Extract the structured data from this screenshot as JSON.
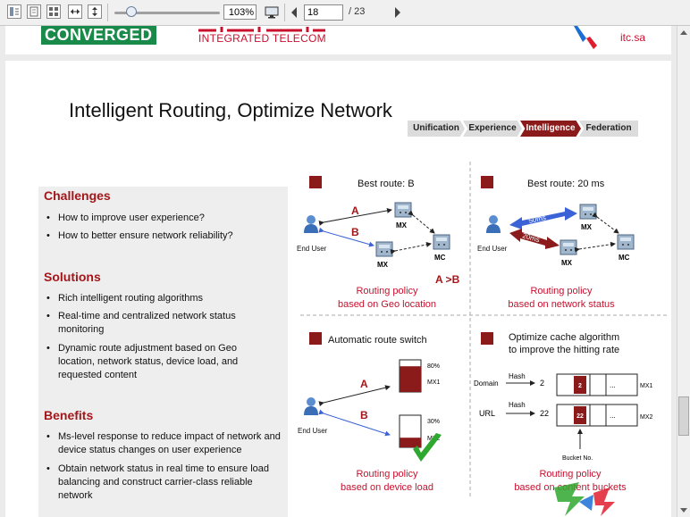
{
  "toolbar": {
    "zoom": "103%",
    "page_current": "18",
    "page_total": "/ 23",
    "icons": [
      "sidebar-panel-icon",
      "single-page-icon",
      "thumbnail-grid-icon",
      "fit-width-icon",
      "fit-height-icon",
      "monitor-icon",
      "prev-page-icon",
      "next-page-icon"
    ]
  },
  "header": {
    "brand_left": "CONVERGED",
    "brand_mid": "INTEGRATED TELECOM",
    "brand_right": "itc.sa"
  },
  "slide": {
    "title": "Intelligent Routing, Optimize Network",
    "tabs": [
      "Unification",
      "Experience",
      "Intelligence",
      "Federation"
    ],
    "active_tab": "Intelligence",
    "challenges": {
      "heading": "Challenges",
      "items": [
        "How to improve user experience?",
        "How to better ensure network reliability?"
      ]
    },
    "solutions": {
      "heading": "Solutions",
      "items": [
        "Rich intelligent routing algorithms",
        "Real-time and centralized network status monitoring",
        "Dynamic route adjustment based on Geo location, network status, device load, and requested content"
      ]
    },
    "benefits": {
      "heading": "Benefits",
      "items": [
        "Ms-level response to reduce impact of network and device status changes on user experience",
        "Obtain network status in real time to ensure load balancing and construct carrier-class reliable network"
      ]
    },
    "q1": {
      "title": "Best route: B",
      "a": "A",
      "b": "B",
      "mx1": "MX",
      "mx2": "MX",
      "mc": "MC",
      "user": "End User",
      "result": "A >B",
      "policy1": "Routing policy",
      "policy2": "based on Geo location"
    },
    "q2": {
      "title": "Best route: 20 ms",
      "lat1": "50ms",
      "lat2": "20ms",
      "mx1": "MX",
      "mx2": "MX",
      "mc": "MC",
      "user": "End User",
      "policy1": "Routing policy",
      "policy2": "based on network status"
    },
    "q3": {
      "title": "Automatic route switch",
      "a": "A",
      "b": "B",
      "load1": "80%",
      "load2": "30%",
      "mx1": "MX1",
      "mx2": "MX2",
      "user": "End User",
      "policy1": "Routing policy",
      "policy2": "based on device load",
      "load1_fill": 0.8,
      "load2_fill": 0.3
    },
    "q4": {
      "title1": "Optimize cache algorithm",
      "title2": "to improve the hitting rate",
      "domain": "Domain",
      "url": "URL",
      "hash": "Hash",
      "n1": "2",
      "n2": "22",
      "b1": "2",
      "b2": "22",
      "dots": "...",
      "mx1": "MX1",
      "mx2": "MX2",
      "bucket": "Bucket No.",
      "policy1": "Routing policy",
      "policy2": "based on content buckets"
    }
  },
  "colors": {
    "accent": "#a3161a",
    "arrow_blue": "#3b62d6",
    "green_check": "#2fa82f"
  }
}
